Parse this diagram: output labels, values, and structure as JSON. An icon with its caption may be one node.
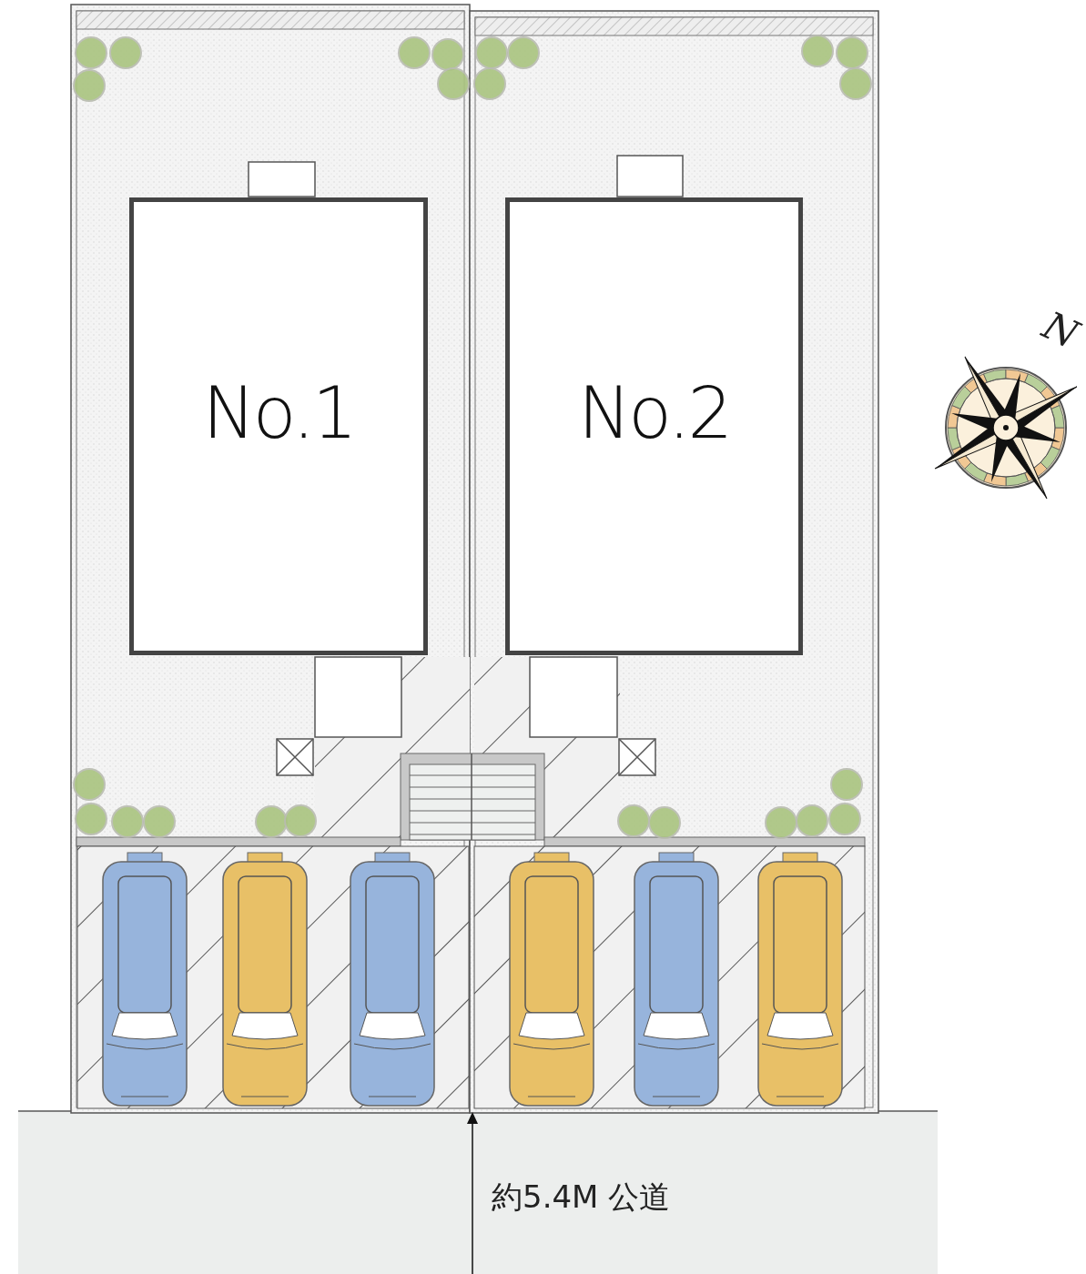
{
  "diagram": {
    "nodes": [
      {
        "text": [
          "No.1"
        ]
      },
      {
        "text": [
          "No.2"
        ]
      }
    ],
    "labels": [
      "N",
      "約5.4M 公道"
    ]
  }
}
